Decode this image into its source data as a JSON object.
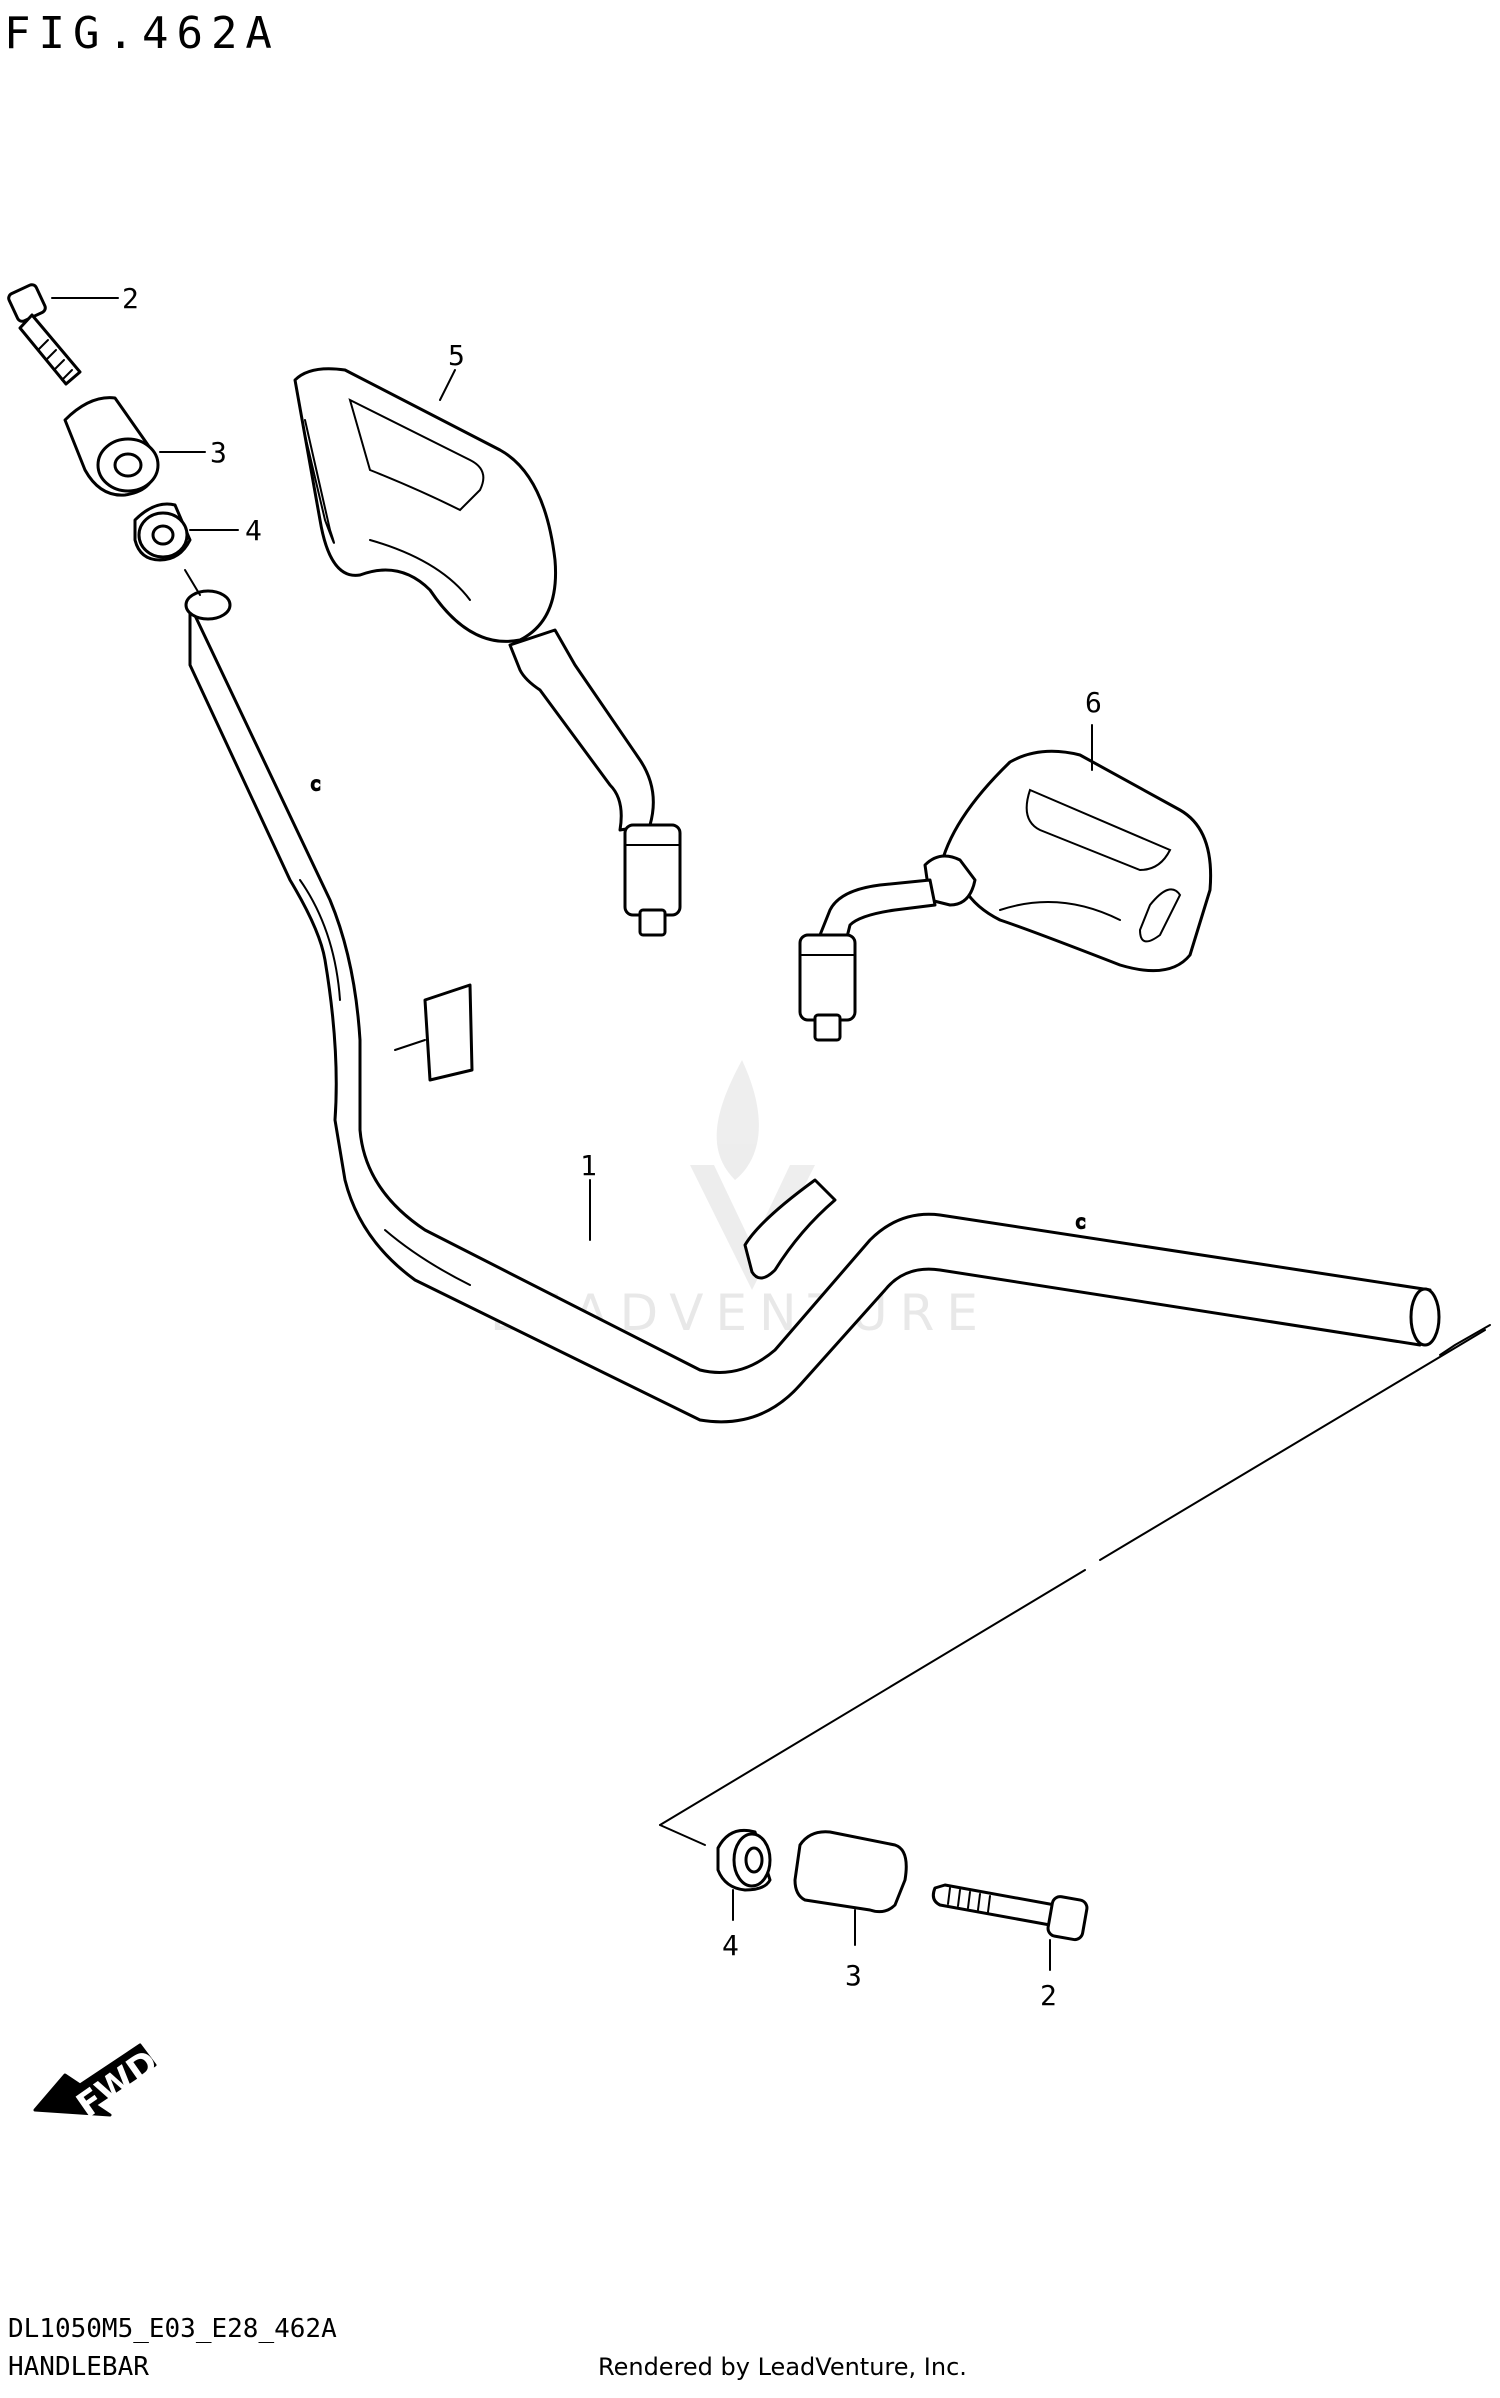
{
  "figure": {
    "title": "FIG.462A",
    "model_code": "DL1050M5_E03_E28_462A",
    "section_name": "HANDLEBAR",
    "credit": "Rendered by LeadVenture, Inc.",
    "watermark": "LEADVENTURE"
  },
  "callouts": {
    "c1": "1",
    "c2_top": "2",
    "c3_top": "3",
    "c4_top": "4",
    "c5": "5",
    "c6": "6",
    "c4_bottom": "4",
    "c3_bottom": "3",
    "c2_bottom": "2"
  },
  "fwd_label": "FWD",
  "parts": [
    {
      "number": "1",
      "name": "handlebar"
    },
    {
      "number": "2",
      "name": "bolt"
    },
    {
      "number": "3",
      "name": "balancer"
    },
    {
      "number": "4",
      "name": "collar"
    },
    {
      "number": "5",
      "name": "mirror-left"
    },
    {
      "number": "6",
      "name": "mirror-right"
    }
  ]
}
